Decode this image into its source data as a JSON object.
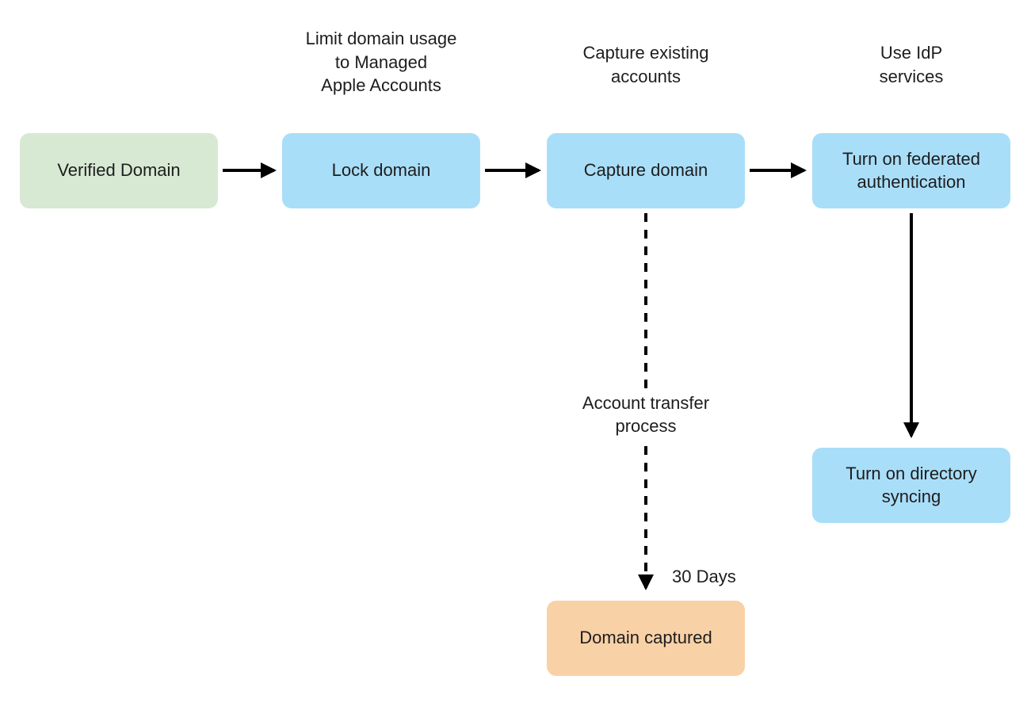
{
  "diagram": {
    "background_color": "#ffffff",
    "text_color": "#1d1d1f",
    "arrow_color": "#000000",
    "node_colors": {
      "start_green": "#d7e9d2",
      "step_blue": "#a9def8",
      "end_orange": "#f9d1a6"
    },
    "nodes": [
      {
        "id": "verified-domain",
        "label": "Verified Domain",
        "fill": "#d7e9d2"
      },
      {
        "id": "lock-domain",
        "label": "Lock domain",
        "fill": "#a9def8"
      },
      {
        "id": "capture-domain",
        "label": "Capture domain",
        "fill": "#a9def8"
      },
      {
        "id": "federated-auth",
        "label": "Turn on federated\nauthentication",
        "fill": "#a9def8"
      },
      {
        "id": "directory-syncing",
        "label": "Turn on directory\nsyncing",
        "fill": "#a9def8"
      },
      {
        "id": "domain-captured",
        "label": "Domain captured",
        "fill": "#f9d1a6"
      }
    ],
    "captions": {
      "lock_domain": "Limit domain usage\nto Managed\nApple Accounts",
      "capture_domain": "Capture existing\naccounts",
      "idp_services": "Use IdP\nservices",
      "transfer_process": "Account transfer\nprocess",
      "transfer_duration": "30 Days"
    },
    "edges": [
      {
        "from": "verified-domain",
        "to": "lock-domain",
        "style": "solid"
      },
      {
        "from": "lock-domain",
        "to": "capture-domain",
        "style": "solid"
      },
      {
        "from": "capture-domain",
        "to": "federated-auth",
        "style": "solid"
      },
      {
        "from": "federated-auth",
        "to": "directory-syncing",
        "style": "solid"
      },
      {
        "from": "capture-domain",
        "to": "domain-captured",
        "style": "dashed"
      }
    ]
  }
}
